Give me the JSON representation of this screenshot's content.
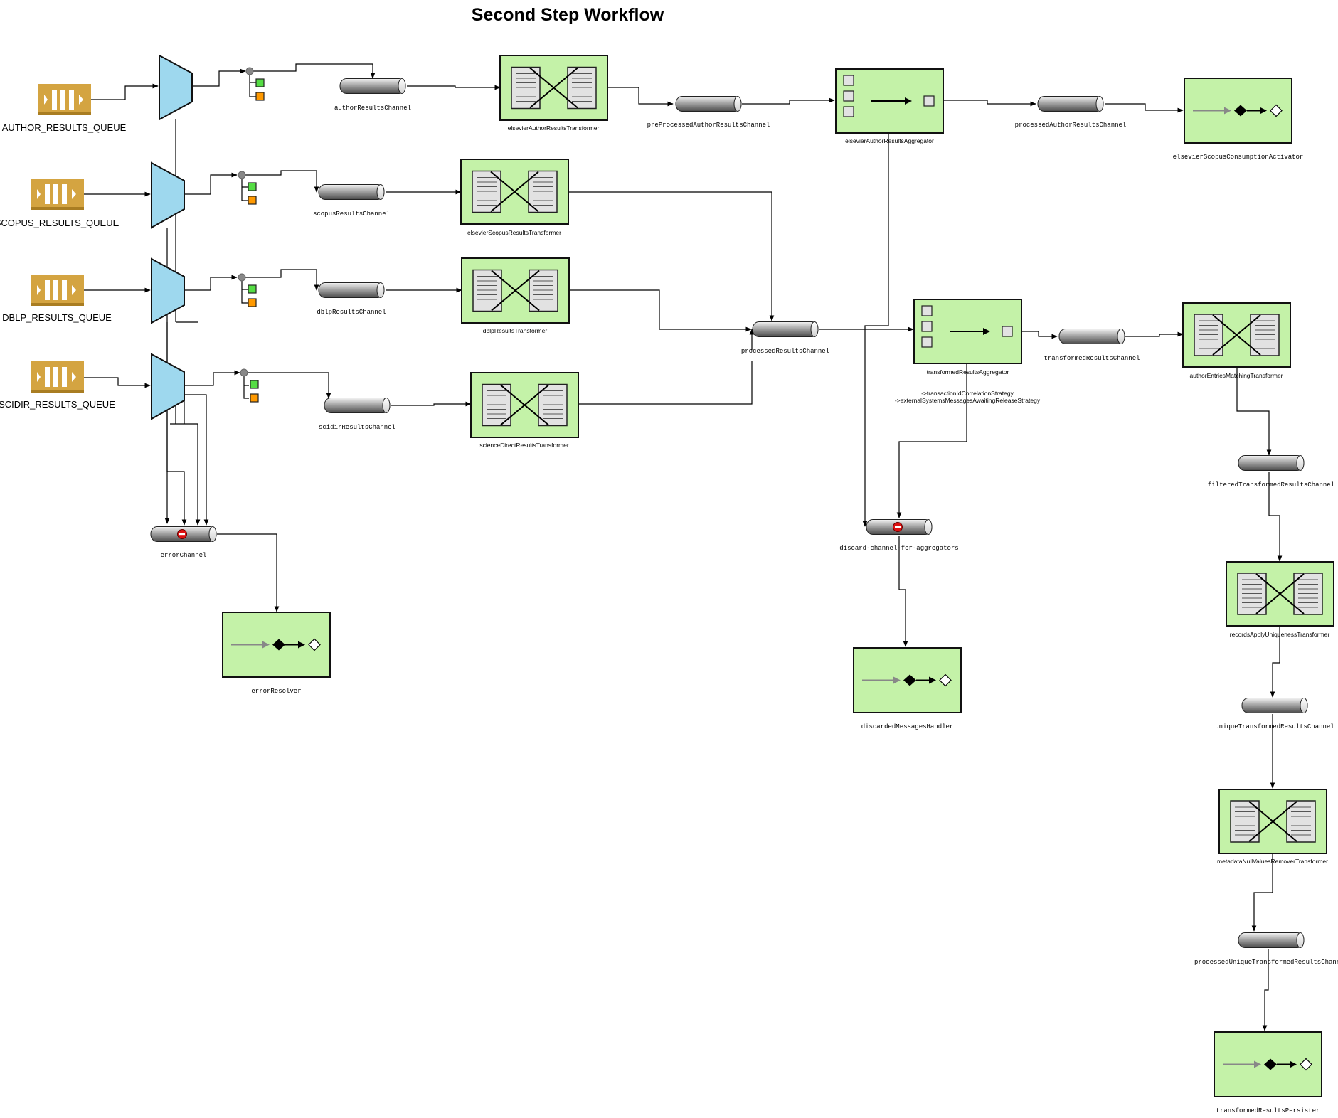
{
  "title": "Second Step Workflow",
  "queues": [
    {
      "id": "q1",
      "label": "AUTHOR_RESULTS_QUEUE"
    },
    {
      "id": "q2",
      "label": "SCOPUS_RESULTS_QUEUE"
    },
    {
      "id": "q3",
      "label": "DBLP_RESULTS_QUEUE"
    },
    {
      "id": "q4",
      "label": "SCIDIR_RESULTS_QUEUE"
    }
  ],
  "channels": [
    {
      "id": "ch_author",
      "label": "authorResultsChannel"
    },
    {
      "id": "ch_scopus",
      "label": "scopusResultsChannel"
    },
    {
      "id": "ch_dblp",
      "label": "dblpResultsChannel"
    },
    {
      "id": "ch_scidir",
      "label": "scidirResultsChannel"
    },
    {
      "id": "ch_preproc",
      "label": "preProcessedAuthorResultsChannel"
    },
    {
      "id": "ch_procauthor",
      "label": "processedAuthorResultsChannel"
    },
    {
      "id": "ch_processed",
      "label": "processedResultsChannel"
    },
    {
      "id": "ch_transformed",
      "label": "transformedResultsChannel"
    },
    {
      "id": "ch_filtered",
      "label": "filteredTransformedResultsChannel"
    },
    {
      "id": "ch_unique",
      "label": "uniqueTransformedResultsChannel"
    },
    {
      "id": "ch_procunique",
      "label": "processedUniqueTransformedResultsChannel"
    },
    {
      "id": "ch_error",
      "label": "errorChannel"
    },
    {
      "id": "ch_discard",
      "label": "discard-channel-for-aggregators"
    }
  ],
  "transformers": [
    {
      "id": "t_author",
      "label": "elsevierAuthorResultsTransformer"
    },
    {
      "id": "t_scopus",
      "label": "elsevierScopusResultsTransformer"
    },
    {
      "id": "t_dblp",
      "label": "dblpResultsTransformer"
    },
    {
      "id": "t_scidir",
      "label": "scienceDirectResultsTransformer"
    },
    {
      "id": "t_match",
      "label": "authorEntriesMatchingTransformer"
    },
    {
      "id": "t_unique",
      "label": "recordsApplyUniquenessTransformer"
    },
    {
      "id": "t_nullrem",
      "label": "metadataNullValuesRemoverTransformer"
    }
  ],
  "aggregators": [
    {
      "id": "a_author",
      "label": "elsevierAuthorResultsAggregator"
    },
    {
      "id": "a_transformed",
      "label": "transformedResultsAggregator"
    }
  ],
  "aggregator_notes": [
    "->transactionIdCorrelationStrategy",
    "->externalSystemsMessagesAwaitingReleaseStrategy"
  ],
  "activators": [
    {
      "id": "s_consume",
      "label": "elsevierScopusConsumptionActivator"
    },
    {
      "id": "s_error",
      "label": "errorResolver"
    },
    {
      "id": "s_discard",
      "label": "discardedMessagesHandler"
    },
    {
      "id": "s_persist",
      "label": "transformedResultsPersister"
    }
  ],
  "colors": {
    "queue": "#d4a441",
    "adapter": "#9ed8ee",
    "component_fill": "#c4f2a8",
    "router_green": "#55dd44",
    "router_orange": "#ff9900",
    "error_badge": "#dd1111"
  }
}
